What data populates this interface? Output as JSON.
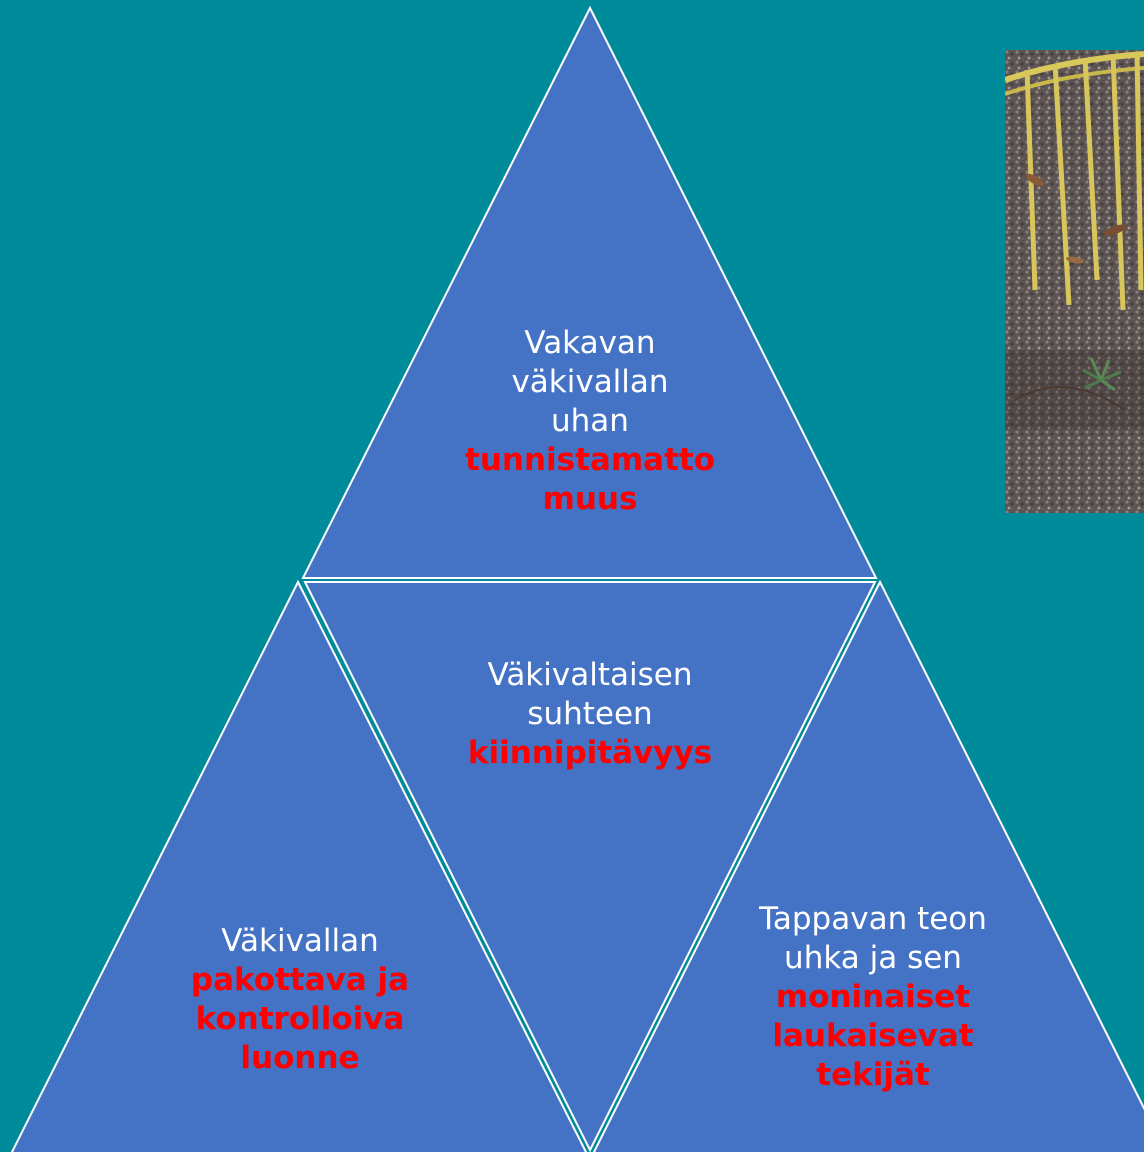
{
  "colors": {
    "background": "#008B9B",
    "triangle_fill": "#4472C4",
    "triangle_stroke": "#FFFFFF",
    "text": "#FFFFFF",
    "accent": "#FF0000"
  },
  "triangles": {
    "top": {
      "lines": [
        "Vakavan",
        "väkivallan",
        "uhan"
      ],
      "accent_lines": [
        "tunnistamatto",
        "muus"
      ]
    },
    "center": {
      "lines": [
        "Väkivaltaisen",
        "suhteen"
      ],
      "accent_lines": [
        "kiinnipitävyys"
      ]
    },
    "left": {
      "lines": [
        "Väkivallan"
      ],
      "accent_lines": [
        "pakottava ja",
        "kontrolloiva",
        "luonne"
      ]
    },
    "right": {
      "lines": [
        "Tappavan teon",
        "uhka ja sen"
      ],
      "accent_lines": [
        "moninaiset",
        "laukaisevat",
        "tekijät"
      ]
    }
  },
  "photo": {
    "icon": "garden-fence-photo"
  }
}
